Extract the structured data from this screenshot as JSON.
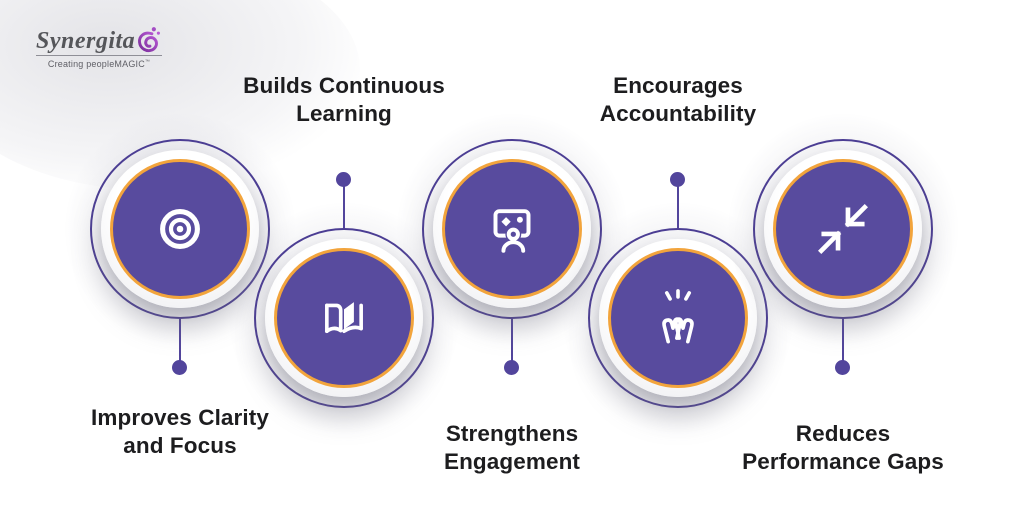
{
  "brand": {
    "name": "Synergita",
    "tagline": "Creating peopleMAGIC",
    "trademark": "™"
  },
  "benefits": [
    {
      "label": "Improves Clarity and Focus",
      "line1": "Improves Clarity",
      "line2": "and Focus",
      "icon": "target-icon",
      "circle_position": "upper-row",
      "label_position": "below"
    },
    {
      "label": "Builds Continuous Learning",
      "line1": "Builds Continuous",
      "line2": "Learning",
      "icon": "open-book-icon",
      "circle_position": "lower-row",
      "label_position": "above"
    },
    {
      "label": "Strengthens Engagement",
      "line1": "Strengthens",
      "line2": "Engagement",
      "icon": "presenter-screen-icon",
      "circle_position": "upper-row",
      "label_position": "below"
    },
    {
      "label": "Encourages Accountability",
      "line1": "Encourages",
      "line2": "Accountability",
      "icon": "high-five-icon",
      "circle_position": "lower-row",
      "label_position": "above"
    },
    {
      "label": "Reduces Performance Gaps",
      "line1": "Reduces",
      "line2": "Performance Gaps",
      "icon": "converging-arrows-icon",
      "circle_position": "upper-row",
      "label_position": "below"
    }
  ],
  "colors": {
    "circle_fill": "#584b9e",
    "circle_edge": "#f2a43c",
    "outer_ring": "#4c3e94",
    "connector": "#52459c",
    "label_text": "#1d1d1f",
    "logo_text": "#55565a",
    "logo_accent": "#8c3db0",
    "background": "#ffffff"
  }
}
